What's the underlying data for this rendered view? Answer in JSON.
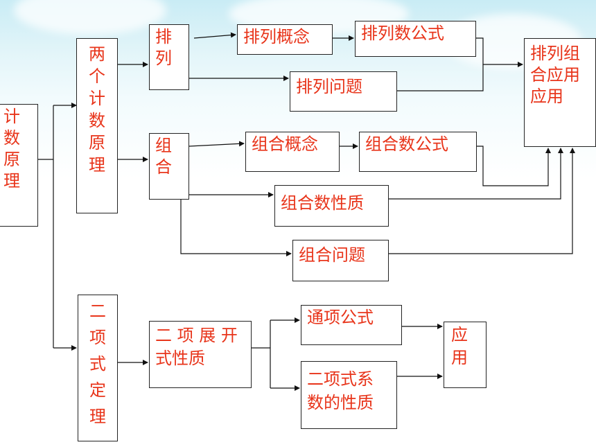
{
  "nodes": {
    "counting_principles": "计数原理",
    "two_counting_principles": "两个计数原理",
    "permutation": "排列",
    "permutation_concept": "排列概念",
    "permutation_formula": "排列数公式",
    "permutation_problem": "排列问题",
    "perm_comb_application": "排列组合应用应用",
    "combination": "组合",
    "combination_concept": "组合概念",
    "combination_formula": "组合数公式",
    "combination_properties": "组合数性质",
    "combination_problem": "组合问题",
    "binomial_theorem": "二项式定理",
    "binomial_expansion_properties": "二 项 展 开式性质",
    "general_term_formula": "通项公式",
    "binomial_coefficient_properties": "二项式系数的性质",
    "application": "应用"
  },
  "colors": {
    "text": "#e8341a",
    "border": "#222222",
    "line": "#111111"
  }
}
